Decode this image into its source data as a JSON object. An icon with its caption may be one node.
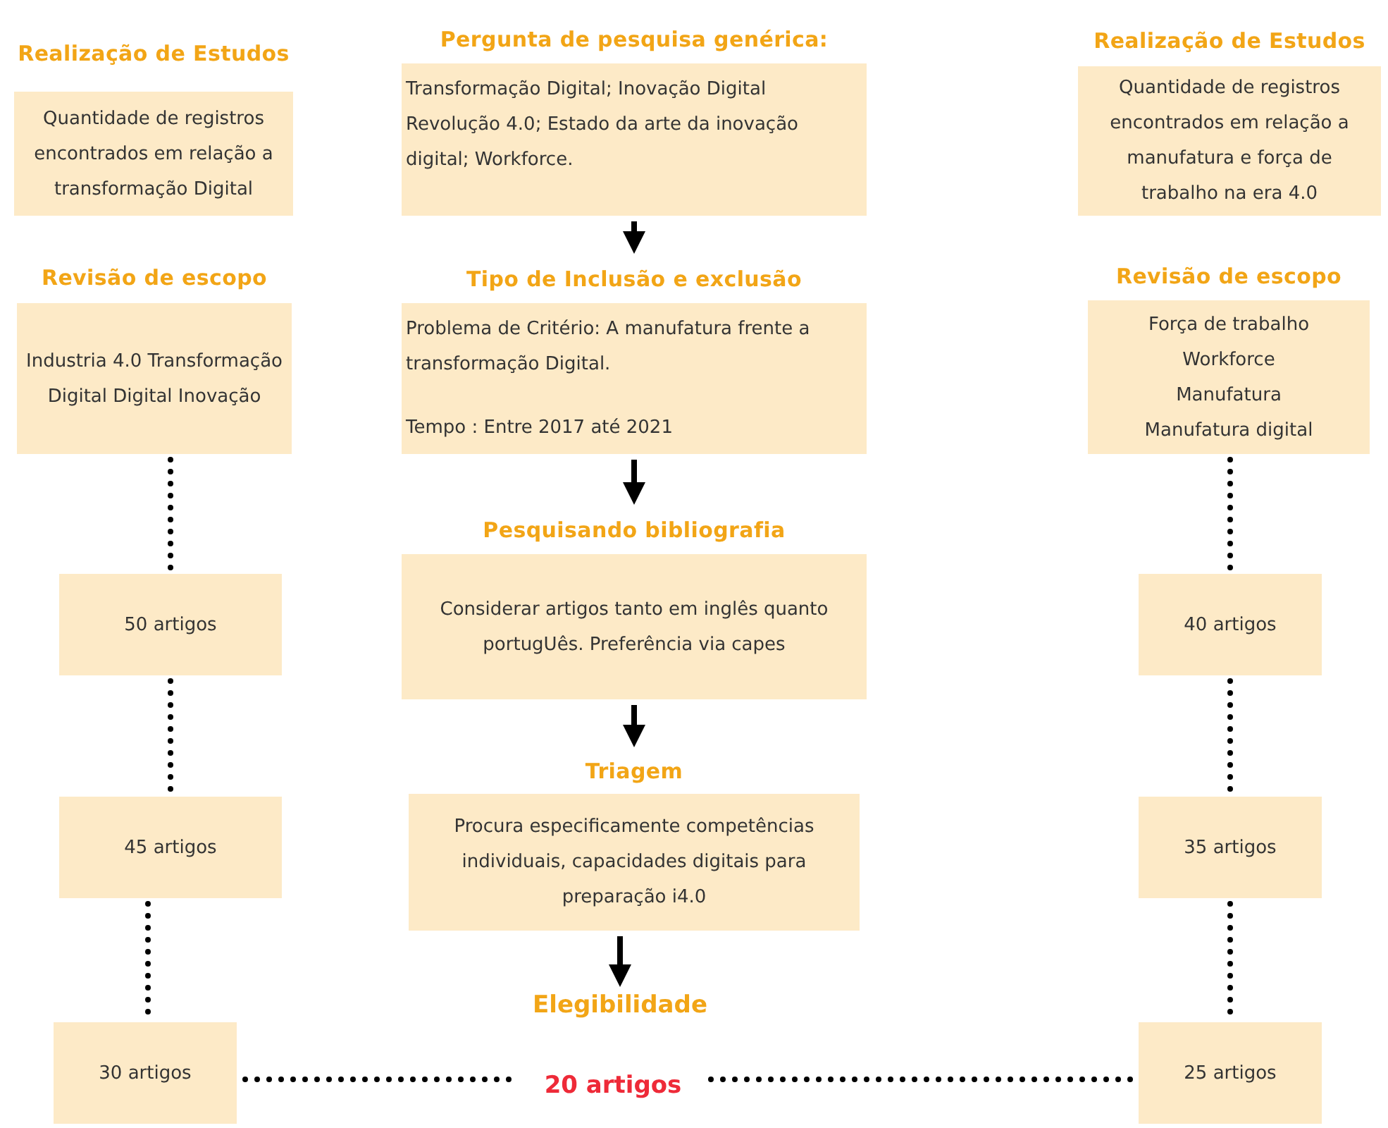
{
  "diagram": {
    "nodes": [
      {
        "text": [
          "Realização de Estudos",
          "Quantidade de registros encontrados em relação a transformação Digital"
        ]
      },
      {
        "text": [
          "Revisão de escopo",
          "Industria 4.0 Transformação Digital Digital Inovação"
        ]
      },
      {
        "text": [
          "50 artigos"
        ]
      },
      {
        "text": [
          "45 artigos"
        ]
      },
      {
        "text": [
          "30 artigos"
        ]
      },
      {
        "text": [
          "Pergunta de pesquisa genérica:",
          "Transformação Digital; Inovação Digital Revolução 4.0; Estado da arte da inovação digital; Workforce."
        ]
      },
      {
        "text": [
          "Tipo de Inclusão e exclusão",
          "Problema de Critério: A manufatura frente a transformação Digital.",
          "Tempo : Entre 2017 até 2021"
        ]
      },
      {
        "text": [
          "Pesquisando bibliografia",
          "Considerar artigos tanto em inglês quanto portugUês. Preferência via capes"
        ]
      },
      {
        "text": [
          "Triagem",
          "Procura especificamente competências individuais, capacidades digitais para preparação i4.0"
        ]
      },
      {
        "text": [
          "Elegibilidade"
        ]
      },
      {
        "text": [
          "20 artigos"
        ]
      },
      {
        "text": [
          "Realização de Estudos",
          "Quantidade de registros encontrados em relação a manufatura e força de trabalho na era 4.0"
        ]
      },
      {
        "text": [
          "Revisão de escopo",
          "Força de trabalho Workforce Manufatura Manufatura digital"
        ]
      },
      {
        "text": [
          "40 artigos"
        ]
      },
      {
        "text": [
          "35 artigos"
        ]
      },
      {
        "text": [
          "25 artigos"
        ]
      }
    ],
    "edges": [
      {
        "from": 5,
        "to": 6,
        "arrow": "to"
      },
      {
        "from": 6,
        "to": 7,
        "arrow": "to"
      },
      {
        "from": 7,
        "to": 8,
        "arrow": "to"
      },
      {
        "from": 8,
        "to": 9,
        "arrow": "to"
      },
      {
        "from": 1,
        "to": 2,
        "arrow": "none",
        "style": "dashed"
      },
      {
        "from": 2,
        "to": 3,
        "arrow": "none",
        "style": "dashed"
      },
      {
        "from": 3,
        "to": 4,
        "arrow": "none",
        "style": "dashed"
      },
      {
        "from": 4,
        "to": 10,
        "arrow": "none",
        "style": "dashed"
      },
      {
        "from": 12,
        "to": 13,
        "arrow": "none",
        "style": "dashed"
      },
      {
        "from": 13,
        "to": 14,
        "arrow": "none",
        "style": "dashed"
      },
      {
        "from": 14,
        "to": 15,
        "arrow": "none",
        "style": "dashed"
      },
      {
        "from": 15,
        "to": 10,
        "arrow": "none",
        "style": "dashed"
      }
    ]
  }
}
